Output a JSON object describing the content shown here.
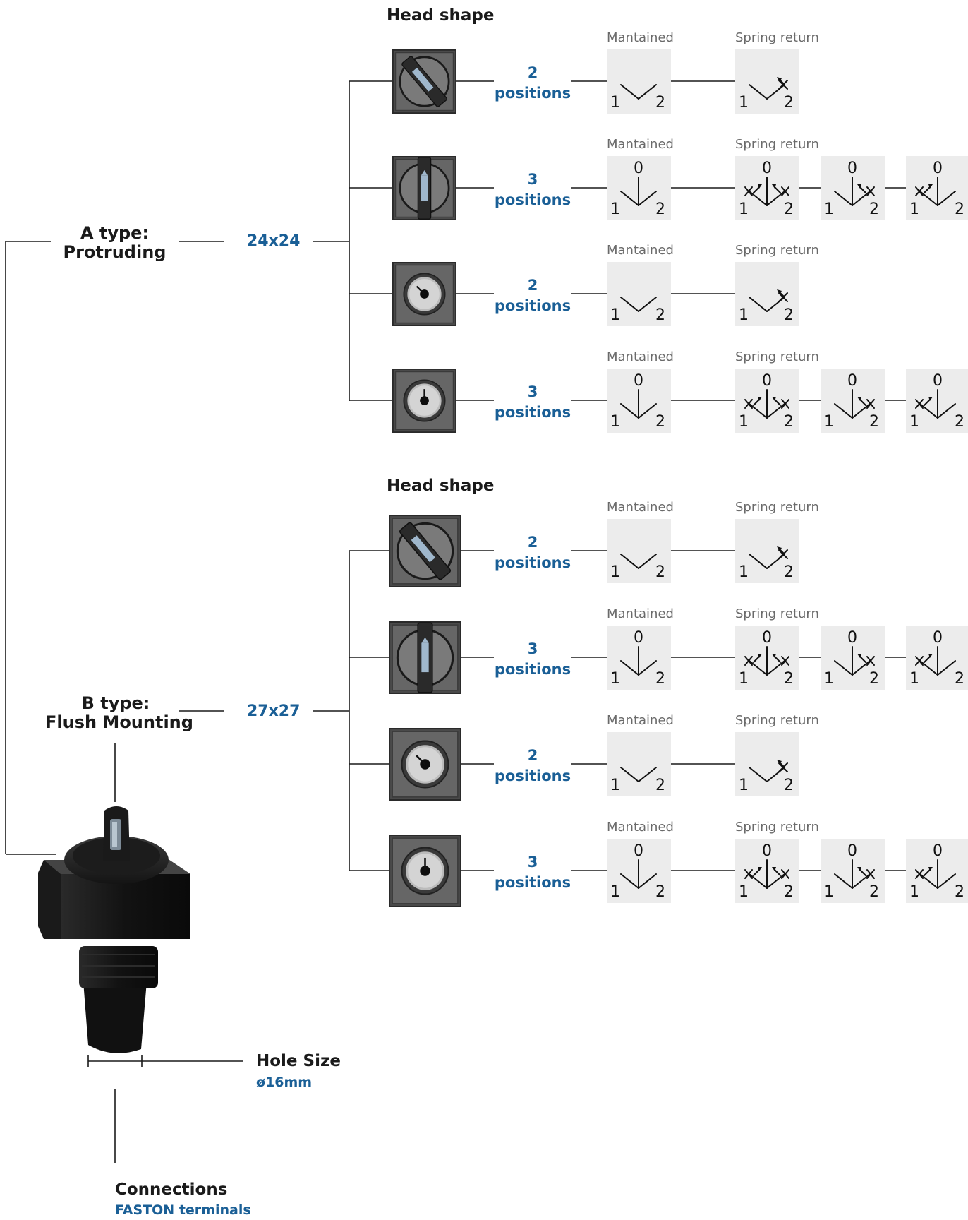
{
  "types": [
    {
      "id": "a",
      "label_line1": "A type:",
      "label_line2": "Protruding",
      "size": "24x24",
      "head_shape_title": "Head shape"
    },
    {
      "id": "b",
      "label_line1": "B type:",
      "label_line2": "Flush Mounting",
      "size": "27x27",
      "head_shape_title": "Head shape"
    }
  ],
  "rows": [
    {
      "head": "lever",
      "positions_num": "2",
      "positions_word": "positions",
      "maintained_label": "Mantained",
      "spring_label": "Spring return",
      "maintained_diagram": [
        "1",
        "2"
      ],
      "spring_diagrams": [
        [
          "1",
          "2"
        ]
      ]
    },
    {
      "head": "lever",
      "positions_num": "3",
      "positions_word": "positions",
      "maintained_label": "Mantained",
      "spring_label": "Spring return",
      "maintained_diagram": [
        "0",
        "1",
        "2"
      ],
      "spring_diagrams": [
        [
          "0",
          "1",
          "2"
        ],
        [
          "0",
          "1",
          "2"
        ],
        [
          "0",
          "1",
          "2"
        ]
      ]
    },
    {
      "head": "key",
      "positions_num": "2",
      "positions_word": "positions",
      "maintained_label": "Mantained",
      "spring_label": "Spring return",
      "maintained_diagram": [
        "1",
        "2"
      ],
      "spring_diagrams": [
        [
          "1",
          "2"
        ]
      ]
    },
    {
      "head": "key",
      "positions_num": "3",
      "positions_word": "positions",
      "maintained_label": "Mantained",
      "spring_label": "Spring return",
      "maintained_diagram": [
        "0",
        "1",
        "2"
      ],
      "spring_diagrams": [
        [
          "0",
          "1",
          "2"
        ],
        [
          "0",
          "1",
          "2"
        ],
        [
          "0",
          "1",
          "2"
        ]
      ]
    },
    {
      "head": "lever",
      "positions_num": "2",
      "positions_word": "positions",
      "maintained_label": "Mantained",
      "spring_label": "Spring return",
      "maintained_diagram": [
        "1",
        "2"
      ],
      "spring_diagrams": [
        [
          "1",
          "2"
        ]
      ]
    },
    {
      "head": "lever",
      "positions_num": "3",
      "positions_word": "positions",
      "maintained_label": "Mantained",
      "spring_label": "Spring return",
      "maintained_diagram": [
        "0",
        "1",
        "2"
      ],
      "spring_diagrams": [
        [
          "0",
          "1",
          "2"
        ],
        [
          "0",
          "1",
          "2"
        ],
        [
          "0",
          "1",
          "2"
        ]
      ]
    },
    {
      "head": "key",
      "positions_num": "2",
      "positions_word": "positions",
      "maintained_label": "Mantained",
      "spring_label": "Spring return",
      "maintained_diagram": [
        "1",
        "2"
      ],
      "spring_diagrams": [
        [
          "1",
          "2"
        ]
      ]
    },
    {
      "head": "key",
      "positions_num": "3",
      "positions_word": "positions",
      "maintained_label": "Mantained",
      "spring_label": "Spring return",
      "maintained_diagram": [
        "0",
        "1",
        "2"
      ],
      "spring_diagrams": [
        [
          "0",
          "1",
          "2"
        ],
        [
          "0",
          "1",
          "2"
        ],
        [
          "0",
          "1",
          "2"
        ]
      ]
    }
  ],
  "hole": {
    "title": "Hole Size",
    "value": "ø16mm"
  },
  "connections": {
    "title": "Connections",
    "value": "FASTON terminals"
  },
  "colors": {
    "accent_blue": "#1a5f96",
    "diagram_bg": "#ececec",
    "head_dark": "#5a5a5a"
  }
}
